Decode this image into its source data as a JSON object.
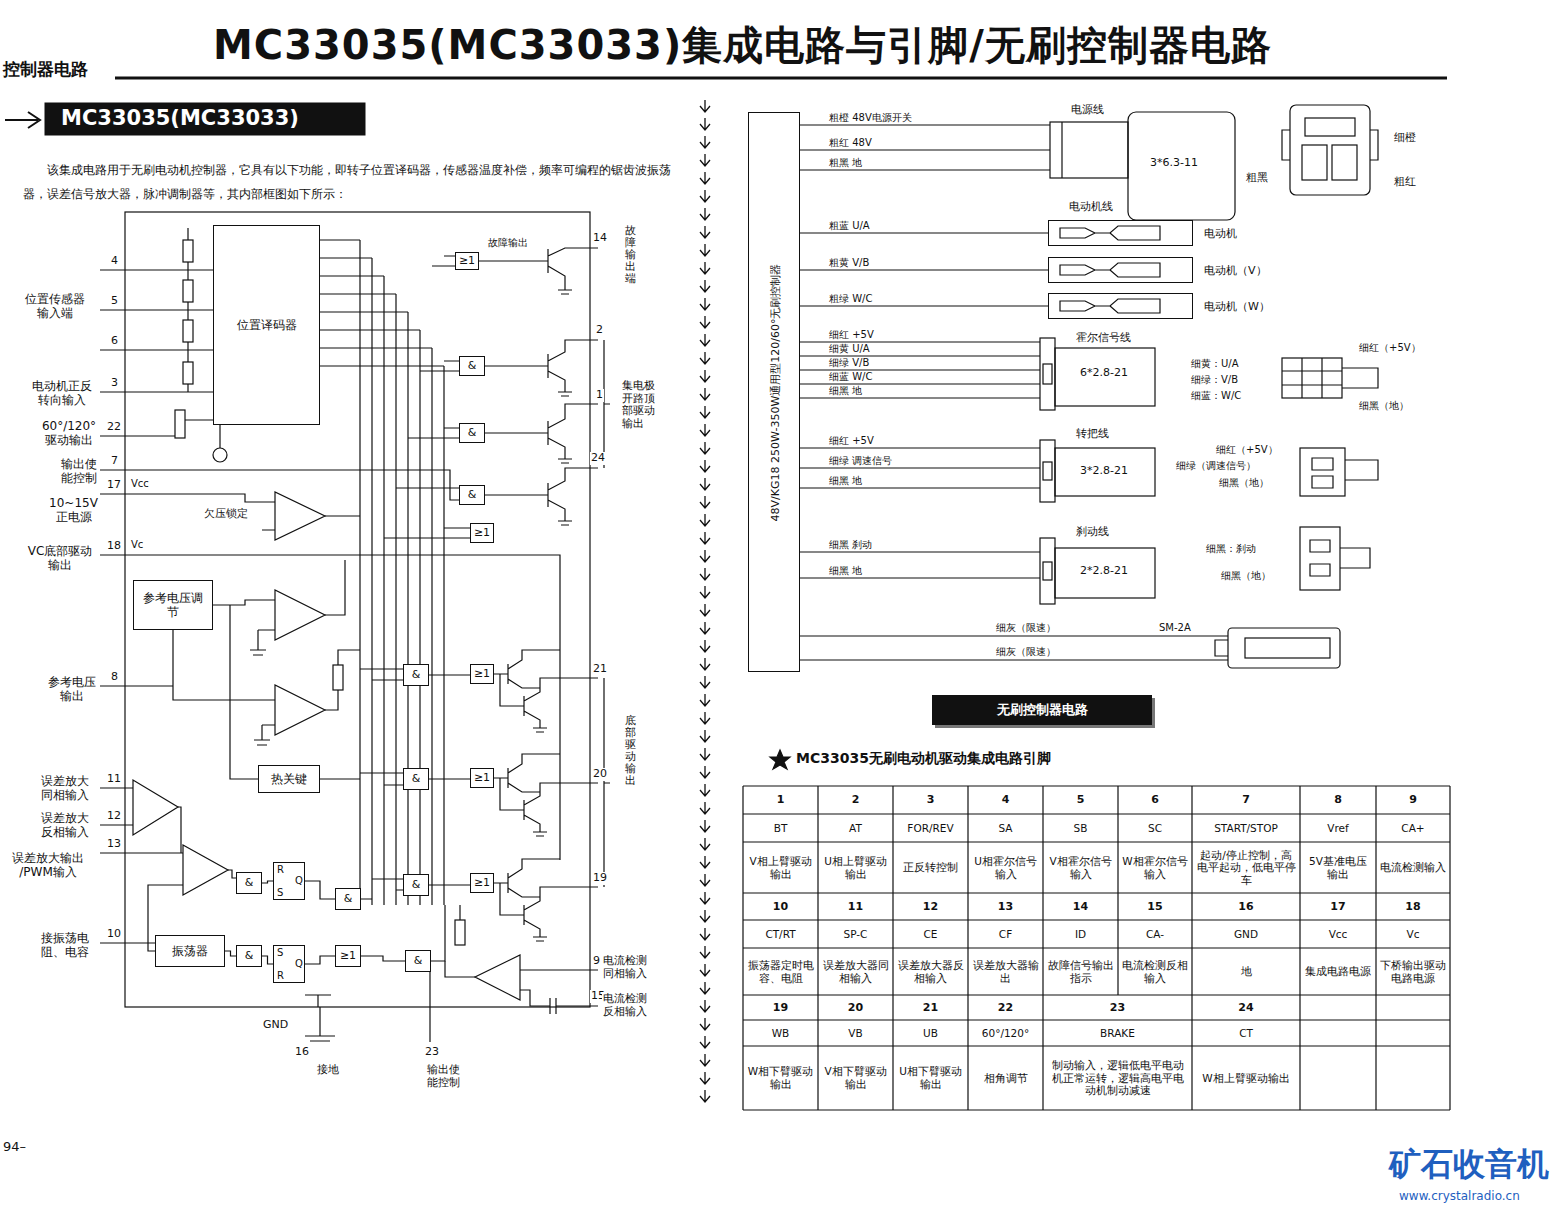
{
  "diagram": {
    "title": "MC33035(MC33033)集成电路与引脚/无刷控制器电路",
    "nodes": [
      {
        "text": [
          "位置译码器"
        ]
      },
      {
        "text": [
          "参考电压调节"
        ]
      },
      {
        "text": [
          "热关键"
        ]
      },
      {
        "text": [
          "振荡器"
        ]
      },
      {
        "text": [
          "≥1"
        ]
      },
      {
        "text": [
          "&"
        ]
      },
      {
        "text": [
          "&"
        ]
      },
      {
        "text": [
          "&"
        ]
      },
      {
        "text": [
          "≥1"
        ]
      },
      {
        "text": [
          "&"
        ]
      },
      {
        "text": [
          "&"
        ]
      },
      {
        "text": [
          "&"
        ]
      },
      {
        "text": [
          "≥1"
        ]
      },
      {
        "text": [
          "≥1"
        ]
      },
      {
        "text": [
          "≥1"
        ]
      },
      {
        "text": [
          "&"
        ]
      },
      {
        "text": [
          "R",
          "Q",
          "S"
        ]
      },
      {
        "text": [
          "&"
        ]
      },
      {
        "text": [
          "&"
        ]
      },
      {
        "text": [
          "S",
          "Q",
          "R"
        ]
      },
      {
        "text": [
          "≥1"
        ]
      },
      {
        "text": [
          "&"
        ]
      },
      {
        "text": [
          "48V/KG18 250W-350W通用型120/60°无刷控制器"
        ]
      },
      {
        "text": [
          "3*6.3-11"
        ]
      },
      {
        "text": [
          "电动机"
        ]
      },
      {
        "text": [
          "电动机（V）"
        ]
      },
      {
        "text": [
          "电动机（W）"
        ]
      },
      {
        "text": [
          "6*2.8-21"
        ]
      },
      {
        "text": [
          "3*2.8-21"
        ]
      },
      {
        "text": [
          "2*2.8-21"
        ]
      },
      {
        "text": [
          "无刷控制器电路"
        ]
      }
    ],
    "edges": [
      {
        "from": 3,
        "to": 18,
        "arrow": "none"
      },
      {
        "from": 18,
        "to": 19,
        "arrow": "none"
      },
      {
        "from": 15,
        "to": 16,
        "arrow": "none"
      },
      {
        "from": 16,
        "to": 17,
        "arrow": "none"
      },
      {
        "from": 19,
        "to": 20,
        "arrow": "none"
      },
      {
        "from": 20,
        "to": 21,
        "arrow": "none"
      },
      {
        "from": 22,
        "to": 23,
        "label": "粗橙 48V电源开关",
        "arrow": "none"
      },
      {
        "from": 22,
        "to": 23,
        "label": "粗红 48V",
        "arrow": "none"
      },
      {
        "from": 22,
        "to": 23,
        "label": "粗黑 地",
        "arrow": "none"
      },
      {
        "from": 22,
        "to": 24,
        "label": "粗蓝 U/A",
        "arrow": "none"
      },
      {
        "from": 22,
        "to": 25,
        "label": "粗黄 V/B",
        "arrow": "none"
      },
      {
        "from": 22,
        "to": 26,
        "label": "粗绿 W/C",
        "arrow": "none"
      },
      {
        "from": 22,
        "to": 27,
        "label": "细红 +5V",
        "arrow": "none"
      },
      {
        "from": 22,
        "to": 27,
        "label": "细黄 U/A",
        "arrow": "none"
      },
      {
        "from": 22,
        "to": 27,
        "label": "细绿 V/B",
        "arrow": "none"
      },
      {
        "from": 22,
        "to": 27,
        "label": "细蓝 W/C",
        "arrow": "none"
      },
      {
        "from": 22,
        "to": 27,
        "label": "细黑 地",
        "arrow": "none"
      },
      {
        "from": 22,
        "to": 28,
        "label": "细红 +5V",
        "arrow": "none"
      },
      {
        "from": 22,
        "to": 28,
        "label": "细绿 调速信号",
        "arrow": "none"
      },
      {
        "from": 22,
        "to": 28,
        "label": "细黑 地",
        "arrow": "none"
      },
      {
        "from": 22,
        "to": 29,
        "label": "细黑 刹动",
        "arrow": "none"
      },
      {
        "from": 22,
        "to": 29,
        "label": "细黑 地",
        "arrow": "none"
      }
    ],
    "labels": [
      "控制器电路",
      "MC33035(MC33033)集成电路与引脚/无刷控制器电路",
      "MC33035(MC33033)",
      "该集成电路用于无刷电动机控制器，它具有以下功能，即转子位置译码器，传感器温度补偿，频率可编程的锯齿波振荡器，误差信号放大器，脉冲调制器等，其内部框图如下所示：",
      "位置传感器 输入端",
      "4",
      "5",
      "6",
      "电动机正反 转向输入",
      "3",
      "60°/120° 驱动输出",
      "22",
      "输出使 能控制",
      "7",
      "17",
      "Vcc",
      "10~15V 正电源",
      "VC底部驱动 输出",
      "18",
      "Vc",
      "参考电压 输出",
      "8",
      "误差放大 同相输入",
      "11",
      "误差放大 反相输入",
      "12",
      "误差放大输出 /PWM输入",
      "13",
      "接振荡电 阻、电容",
      "10",
      "GND",
      "16",
      "接地",
      "23",
      "输出使 能控制",
      "欠压锁定",
      "故障输出",
      "14",
      "故障输出端",
      "2",
      "1",
      "24",
      "集电极开路顶部驱动输出",
      "21",
      "20",
      "19",
      "底部驱动输出",
      "9",
      "电流检测 同相输入",
      "15",
      "电流检测 反相输入",
      "电源线",
      "细橙",
      "粗黑",
      "粗红",
      "电动机线",
      "霍尔信号线",
      "细黄：U/A",
      "细绿：V/B",
      "细蓝：W/C",
      "细红（+5V）",
      "细黑（地）",
      "转把线",
      "细红（+5V）",
      "细绿（调速信号）",
      "细黑（地）",
      "刹动线",
      "细黑：刹动",
      "细黑（地）",
      "细灰（限速）",
      "SM-2A",
      "细灰（限速）",
      "MC33035无刷电动机驱动集成电路引脚",
      "1",
      "2",
      "3",
      "4",
      "5",
      "6",
      "7",
      "8",
      "9",
      "BT",
      "AT",
      "FOR/REV",
      "SA",
      "SB",
      "SC",
      "START/STOP",
      "Vref",
      "CA+",
      "V相上臂驱动输出",
      "U相上臂驱动输出",
      "正反转控制",
      "U相霍尔信号输入",
      "V相霍尔信号输入",
      "W相霍尔信号输入",
      "起动/停止控制，高电平起动，低电平停车",
      "5V基准电压输出",
      "电流检测输入",
      "10",
      "11",
      "12",
      "13",
      "14",
      "15",
      "16",
      "17",
      "18",
      "CT/RT",
      "SP-C",
      "CE",
      "CF",
      "ID",
      "CA-",
      "GND",
      "Vcc",
      "Vc",
      "振荡器定时电容、电阻",
      "误差放大器同相输入",
      "误差放大器反相输入",
      "误差放大器输出",
      "故障信号输出指示",
      "电流检测反相输入",
      "地",
      "集成电路电源",
      "下桥输出驱动电路电源",
      "19",
      "20",
      "21",
      "22",
      "23",
      "24",
      "WB",
      "VB",
      "UB",
      "60°/120°",
      "BRAKE",
      "CT",
      "W相下臂驱动输出",
      "V相下臂驱动输出",
      "U相下臂驱动输出",
      "相角调节",
      "制动输入，逻辑低电平电动机正常运转，逻辑高电平电动机制动减速",
      "W相上臂驱动输出",
      "94–",
      "矿石收音机",
      "www.crystalradio.cn"
    ]
  }
}
